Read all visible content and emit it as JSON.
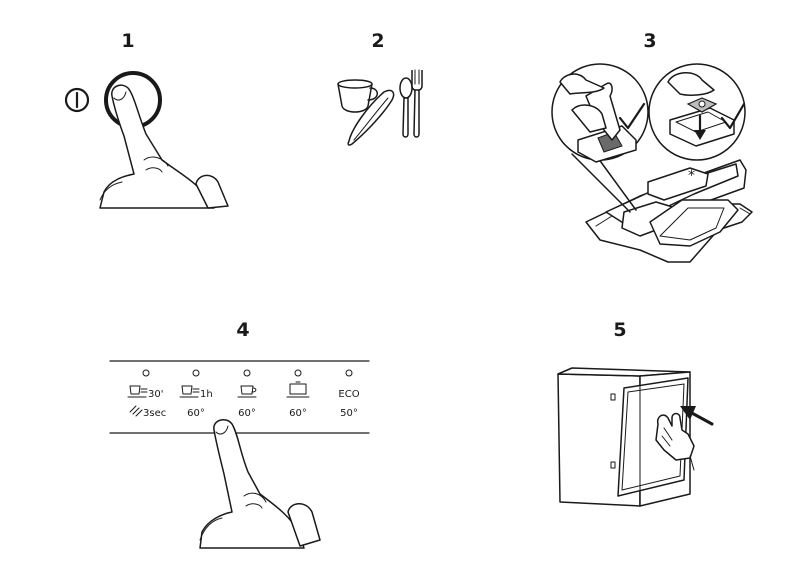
{
  "steps": [
    {
      "number": "1",
      "icons": [
        "power-icon",
        "hand-pressing-icon"
      ]
    },
    {
      "number": "2",
      "icons": [
        "cup-icon",
        "plate-icon",
        "spoon-icon",
        "fork-icon"
      ]
    },
    {
      "number": "3",
      "icons": [
        "detergent-tablet-icon",
        "checkmark-icon",
        "checkmark-icon",
        "arrow-down-icon"
      ]
    },
    {
      "number": "4",
      "icons": [
        "hand-pressing-icon"
      ]
    },
    {
      "number": "5",
      "icons": [
        "hand-push-icon",
        "arrow-icon"
      ]
    }
  ],
  "control_panel": {
    "programs": [
      {
        "line1": "30'",
        "line2": "3sec",
        "icon": "quick-wash-icon"
      },
      {
        "line1": "1h",
        "line2": "60°",
        "icon": "one-hour-icon"
      },
      {
        "line1": "",
        "line2": "60°",
        "icon": "cup-program-icon"
      },
      {
        "line1": "",
        "line2": "60°",
        "icon": "pot-program-icon"
      },
      {
        "line1": "ECO",
        "line2": "50°",
        "icon": ""
      }
    ]
  }
}
